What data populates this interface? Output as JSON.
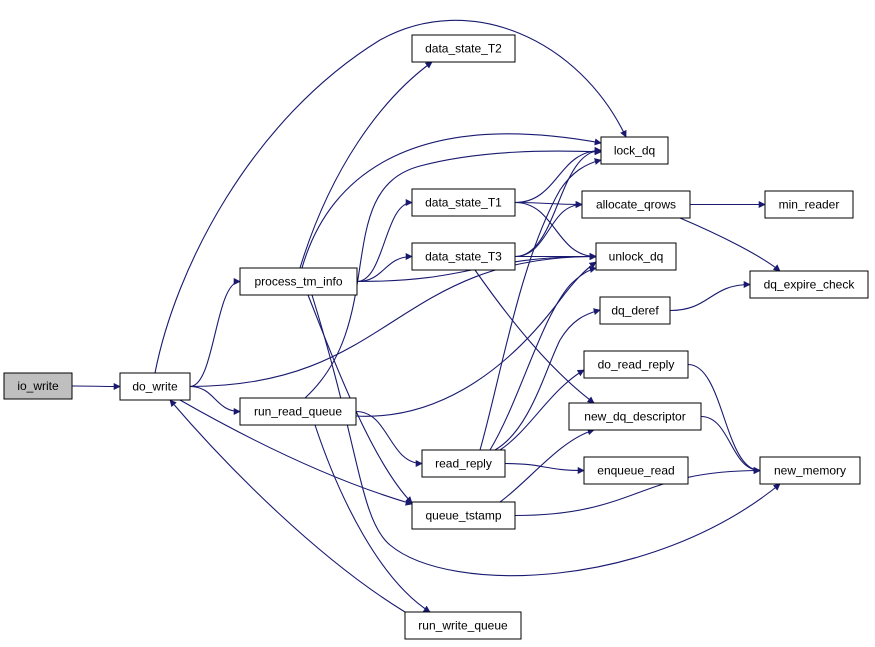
{
  "diagram": {
    "type": "call-graph",
    "edge_color": "#191970",
    "root_fill": "#bfbfbf",
    "nodes": [
      {
        "id": "io_write",
        "label": "io_write",
        "root": true
      },
      {
        "id": "do_write",
        "label": "do_write"
      },
      {
        "id": "process_tm_info",
        "label": "process_tm_info"
      },
      {
        "id": "run_read_queue",
        "label": "run_read_queue"
      },
      {
        "id": "run_write_queue",
        "label": "run_write_queue"
      },
      {
        "id": "data_state_T2",
        "label": "data_state_T2"
      },
      {
        "id": "data_state_T1",
        "label": "data_state_T1"
      },
      {
        "id": "data_state_T3",
        "label": "data_state_T3"
      },
      {
        "id": "read_reply",
        "label": "read_reply"
      },
      {
        "id": "queue_tstamp",
        "label": "queue_tstamp"
      },
      {
        "id": "lock_dq",
        "label": "lock_dq"
      },
      {
        "id": "allocate_qrows",
        "label": "allocate_qrows"
      },
      {
        "id": "unlock_dq",
        "label": "unlock_dq"
      },
      {
        "id": "dq_deref",
        "label": "dq_deref"
      },
      {
        "id": "do_read_reply",
        "label": "do_read_reply"
      },
      {
        "id": "new_dq_descriptor",
        "label": "new_dq_descriptor"
      },
      {
        "id": "enqueue_read",
        "label": "enqueue_read"
      },
      {
        "id": "min_reader",
        "label": "min_reader"
      },
      {
        "id": "dq_expire_check",
        "label": "dq_expire_check"
      },
      {
        "id": "new_memory",
        "label": "new_memory"
      }
    ],
    "edges": [
      {
        "from": "io_write",
        "to": "do_write"
      },
      {
        "from": "do_write",
        "to": "lock_dq"
      },
      {
        "from": "do_write",
        "to": "process_tm_info"
      },
      {
        "from": "do_write",
        "to": "unlock_dq"
      },
      {
        "from": "do_write",
        "to": "run_read_queue"
      },
      {
        "from": "do_write",
        "to": "queue_tstamp"
      },
      {
        "from": "process_tm_info",
        "to": "data_state_T2"
      },
      {
        "from": "process_tm_info",
        "to": "lock_dq"
      },
      {
        "from": "process_tm_info",
        "to": "data_state_T1"
      },
      {
        "from": "process_tm_info",
        "to": "data_state_T3"
      },
      {
        "from": "process_tm_info",
        "to": "unlock_dq"
      },
      {
        "from": "process_tm_info",
        "to": "queue_tstamp"
      },
      {
        "from": "process_tm_info",
        "to": "new_memory"
      },
      {
        "from": "run_read_queue",
        "to": "lock_dq"
      },
      {
        "from": "run_read_queue",
        "to": "unlock_dq"
      },
      {
        "from": "run_read_queue",
        "to": "read_reply"
      },
      {
        "from": "run_read_queue",
        "to": "run_write_queue"
      },
      {
        "from": "run_write_queue",
        "to": "do_write"
      },
      {
        "from": "data_state_T1",
        "to": "lock_dq"
      },
      {
        "from": "data_state_T1",
        "to": "allocate_qrows"
      },
      {
        "from": "data_state_T1",
        "to": "unlock_dq"
      },
      {
        "from": "data_state_T3",
        "to": "lock_dq"
      },
      {
        "from": "data_state_T3",
        "to": "allocate_qrows"
      },
      {
        "from": "data_state_T3",
        "to": "unlock_dq"
      },
      {
        "from": "data_state_T3",
        "to": "new_dq_descriptor"
      },
      {
        "from": "read_reply",
        "to": "lock_dq"
      },
      {
        "from": "read_reply",
        "to": "unlock_dq"
      },
      {
        "from": "read_reply",
        "to": "dq_deref"
      },
      {
        "from": "read_reply",
        "to": "do_read_reply"
      },
      {
        "from": "read_reply",
        "to": "enqueue_read"
      },
      {
        "from": "queue_tstamp",
        "to": "new_dq_descriptor"
      },
      {
        "from": "queue_tstamp",
        "to": "new_memory"
      },
      {
        "from": "allocate_qrows",
        "to": "min_reader"
      },
      {
        "from": "allocate_qrows",
        "to": "dq_expire_check"
      },
      {
        "from": "dq_deref",
        "to": "dq_expire_check"
      },
      {
        "from": "do_read_reply",
        "to": "new_memory"
      },
      {
        "from": "new_dq_descriptor",
        "to": "new_memory"
      }
    ]
  }
}
